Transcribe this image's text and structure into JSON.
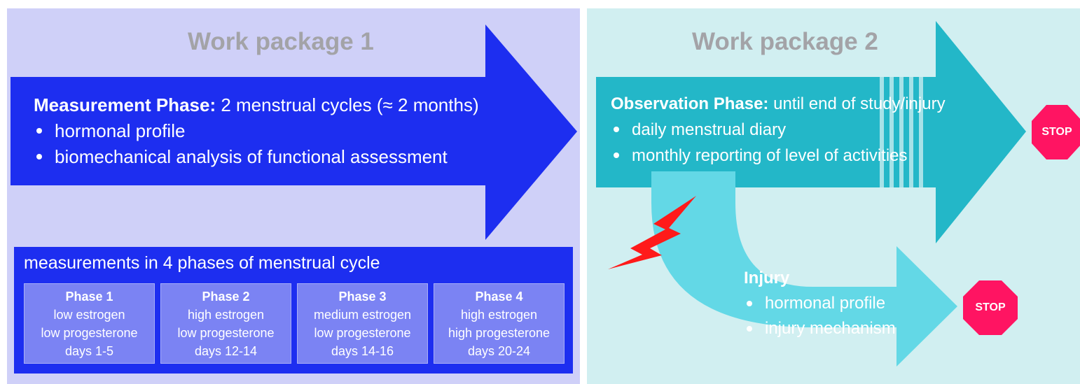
{
  "work_package_1": {
    "title": "Work package 1",
    "phase_label": "Measurement Phase:",
    "phase_text": " 2 menstrual cycles (≈ 2 months)",
    "bullets": [
      "hormonal profile",
      "biomechanical analysis of functional assessment"
    ],
    "measurements_title": "measurements in 4 phases of menstrual cycle",
    "phases": [
      {
        "name": "Phase 1",
        "estrogen": "low estrogen",
        "progesterone": "low progesterone",
        "days": "days 1-5"
      },
      {
        "name": "Phase 2",
        "estrogen": "high estrogen",
        "progesterone": "low progesterone",
        "days": "days 12-14"
      },
      {
        "name": "Phase 3",
        "estrogen": "medium estrogen",
        "progesterone": "low progesterone",
        "days": "days 14-16"
      },
      {
        "name": "Phase 4",
        "estrogen": "high estrogen",
        "progesterone": "high progesterone",
        "days": "days 20-24"
      }
    ]
  },
  "work_package_2": {
    "title": "Work package 2",
    "phase_label": "Observation Phase:",
    "phase_text": " until end of study/injury",
    "bullets": [
      "daily menstrual diary",
      "monthly reporting of level of activities"
    ],
    "injury_title": "Injury",
    "injury_bullets": [
      "hormonal profile",
      "injury mechanism"
    ],
    "stop_label": "STOP"
  },
  "colors": {
    "wp1_background": "#cfd0f8",
    "wp2_background": "#d1eff1",
    "blue_arrow": "#1d2ef0",
    "teal_arrow": "#23b7c8",
    "light_teal": "#63d8e6",
    "stop_red": "#ff1462",
    "lightning": "#ff1a1a"
  }
}
